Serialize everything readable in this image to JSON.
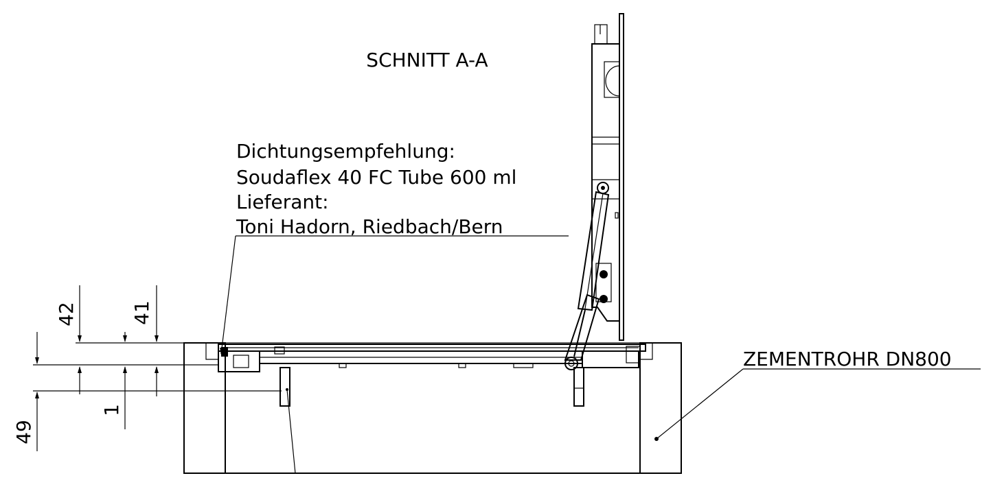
{
  "drawing": {
    "section_title": "SCHNITT A-A",
    "seal_note": {
      "line1": "Dichtungsempfehlung:",
      "line2": "Soudaflex 40 FC Tube 600 ml",
      "line3": "Lieferant:",
      "line4": "Toni Hadorn, Riedbach/Bern"
    },
    "pipe_label": "ZEMENTROHR DN800",
    "dimensions": {
      "d42": "42",
      "d41": "41",
      "d1": "1",
      "d49": "49"
    }
  }
}
